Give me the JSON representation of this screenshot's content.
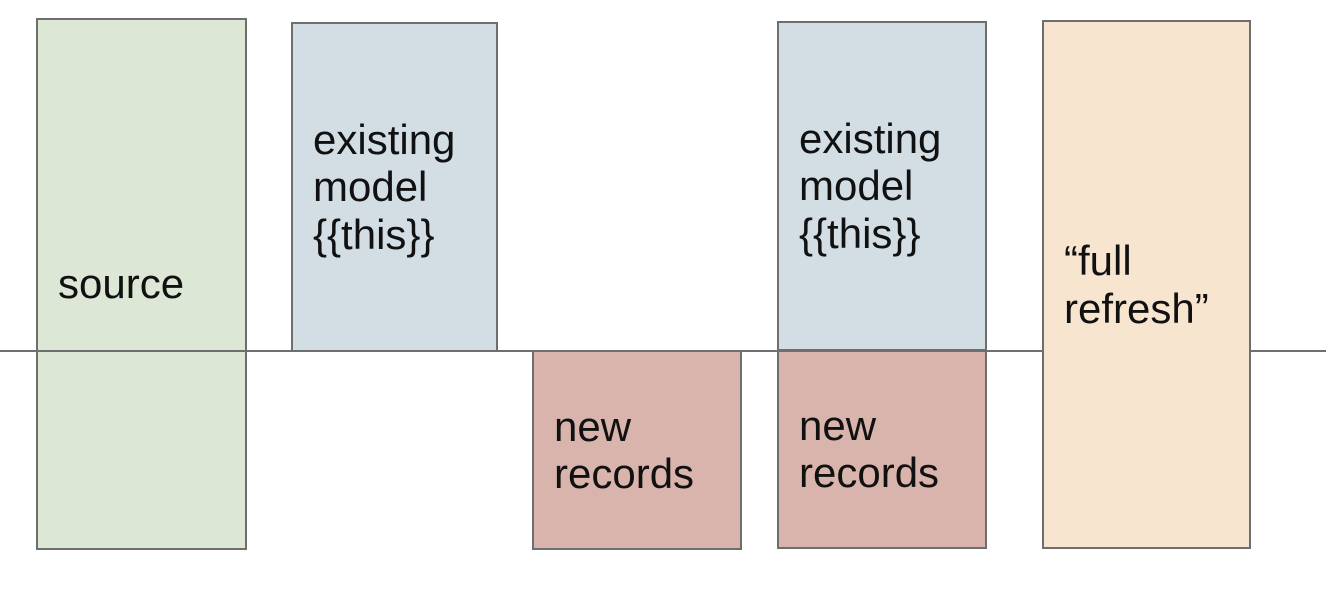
{
  "diagram": {
    "title": "incremental model boxes diagram",
    "boxes": {
      "source": {
        "lines": [
          "source"
        ],
        "fill_key": "source_fill"
      },
      "existing_model_left": {
        "lines": [
          "existing",
          "model",
          "{{this}}"
        ],
        "fill_key": "existing_model_fill"
      },
      "new_records_left": {
        "lines": [
          "new",
          "records"
        ],
        "fill_key": "new_records_fill"
      },
      "existing_model_right": {
        "lines": [
          "existing",
          "model",
          "{{this}}"
        ],
        "fill_key": "existing_model_fill"
      },
      "new_records_right": {
        "lines": [
          "new",
          "records"
        ],
        "fill_key": "new_records_fill"
      },
      "full_refresh": {
        "lines": [
          "“full",
          "refresh”"
        ],
        "fill_key": "full_refresh_fill"
      }
    },
    "colors": {
      "source_fill": "#dce8d5",
      "existing_model_fill": "#d2dee4",
      "new_records_fill": "#d9b4ac",
      "full_refresh_fill": "#f8e5d0",
      "box_border": "#6e6e6e",
      "timeline_line": "#6e6e6e",
      "text": "#111111",
      "background": "#ffffff"
    }
  }
}
